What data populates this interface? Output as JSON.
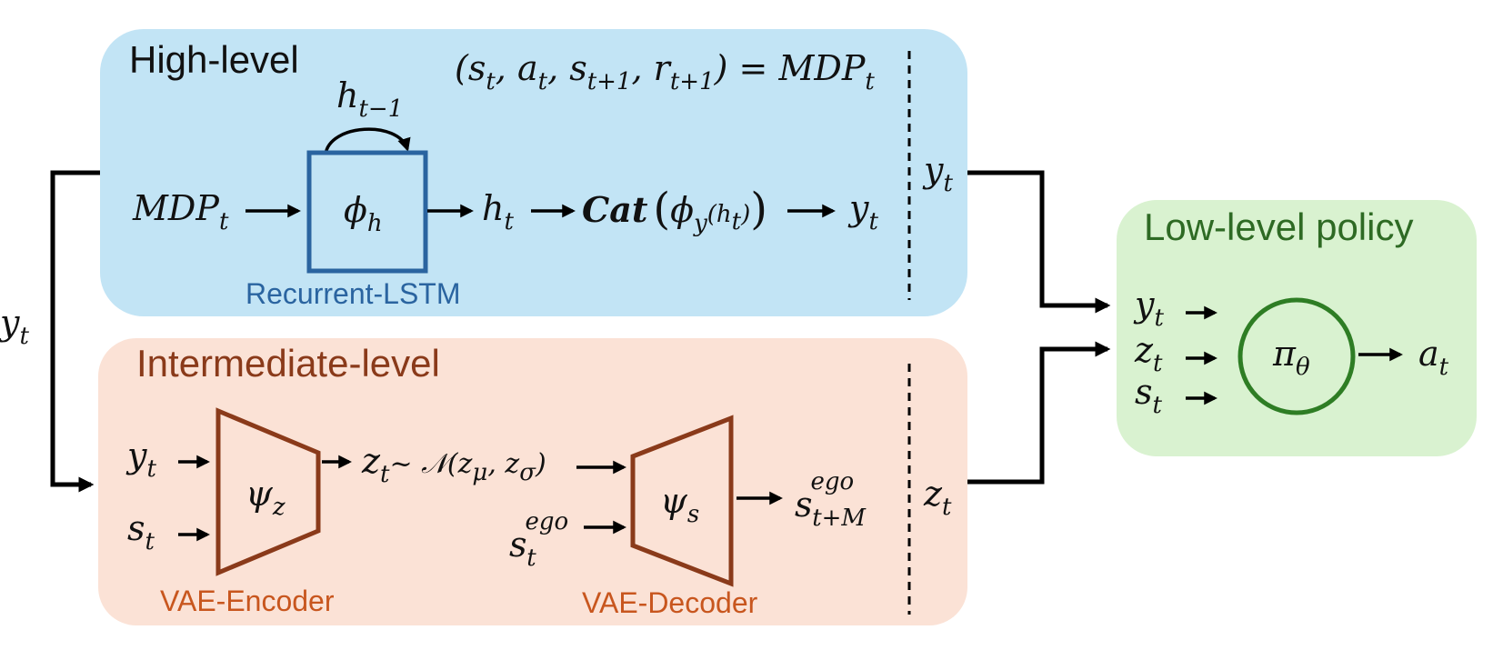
{
  "high_level": {
    "title": "High-level",
    "mdp_tuple": "(s",
    "mdp_tuple_parts": [
      "t",
      ", a",
      "t",
      ", s",
      "t+1",
      ", r",
      "t+1",
      ") = MDP",
      "t"
    ],
    "input": "MDP",
    "input_sub": "t",
    "block_symbol": "ϕ",
    "block_sub": "h",
    "block_label": "Recurrent-LSTM",
    "recur": "h",
    "recur_sub": "t−1",
    "hidden": "h",
    "hidden_sub": "t",
    "cat": "Cat",
    "cat_inner": "ϕ",
    "cat_inner_sub": "y",
    "cat_arg": "(h",
    "cat_arg_sub": "t",
    "cat_arg_close": ")",
    "output": "y",
    "output_sub": "t",
    "side_out": "y",
    "side_out_sub": "t",
    "colors": {
      "fill": "#c2e4f5",
      "block": "#2a64a0"
    }
  },
  "intermediate_level": {
    "title": "Intermediate-level",
    "in1": "y",
    "in1_sub": "t",
    "in2": "s",
    "in2_sub": "t",
    "enc_symbol": "ψ",
    "enc_sub": "z",
    "enc_label": "VAE-Encoder",
    "latent": "z",
    "latent_sub": "t",
    "latent_dist": "~ 𝒩(z",
    "latent_dist_sub1": "μ",
    "latent_dist_mid": ", z",
    "latent_dist_sub2": "σ",
    "latent_dist_close": ")",
    "ego_in": "s",
    "ego_in_sub": "t",
    "ego_in_sup": "ego",
    "dec_symbol": "ψ",
    "dec_sub": "s",
    "dec_label": "VAE-Decoder",
    "dec_out": "s",
    "dec_out_sub": "t+M",
    "dec_out_sup": "ego",
    "side_out": "z",
    "side_out_sub": "t",
    "colors": {
      "fill": "#fbe2d6",
      "block": "#8a3a1a"
    }
  },
  "low_level": {
    "title": "Low-level policy",
    "in1": "y",
    "in1_sub": "t",
    "in2": "z",
    "in2_sub": "t",
    "in3": "s",
    "in3_sub": "t",
    "policy_symbol": "π",
    "policy_sub": "θ",
    "output": "a",
    "output_sub": "t",
    "colors": {
      "fill": "#d9f2d0",
      "block": "#2e7d24"
    }
  },
  "feedback": {
    "label": "y",
    "label_sub": "t"
  }
}
